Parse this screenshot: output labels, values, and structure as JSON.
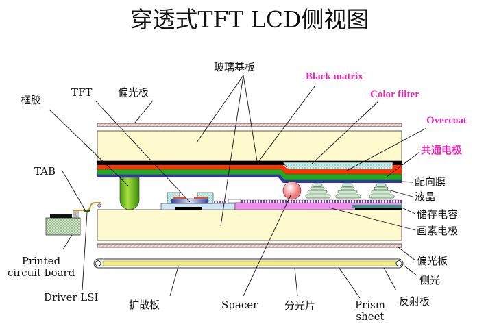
{
  "title": "穿透式TFT LCD侧视图",
  "labels": {
    "glass": "玻璃基板",
    "black_matrix": "Black matrix",
    "color_filter": "Color filter",
    "overcoat": "Overcoat",
    "common_electrode": "共通电极",
    "alignment_film": "配向膜",
    "liquid_crystal": "液晶",
    "storage_capacitor": "储存电容",
    "pixel_electrode": "画素电极",
    "polarizer_bottom": "偏光板",
    "side_light": "侧光",
    "reflector": "反射板",
    "prism_sheet_1": "Prism",
    "prism_sheet_2": "sheet",
    "light_guide": "分光片",
    "spacer": "Spacer",
    "diffuser": "扩散板",
    "driver_lsi": "Driver LSI",
    "pcb_1": "Printed",
    "pcb_2": "circuit board",
    "tab": "TAB",
    "sealant": "框胶",
    "tft": "TFT",
    "polarizer_top": "偏光板"
  },
  "colors": {
    "glass": "#fffacd",
    "black_matrix": "#000000",
    "red": "#ff3300",
    "green": "#22aa22",
    "blue": "#3333aa",
    "accent_label": "#e22bb3",
    "pixel_electrode": "#f08ef0",
    "backlight": "#f5f07a"
  }
}
